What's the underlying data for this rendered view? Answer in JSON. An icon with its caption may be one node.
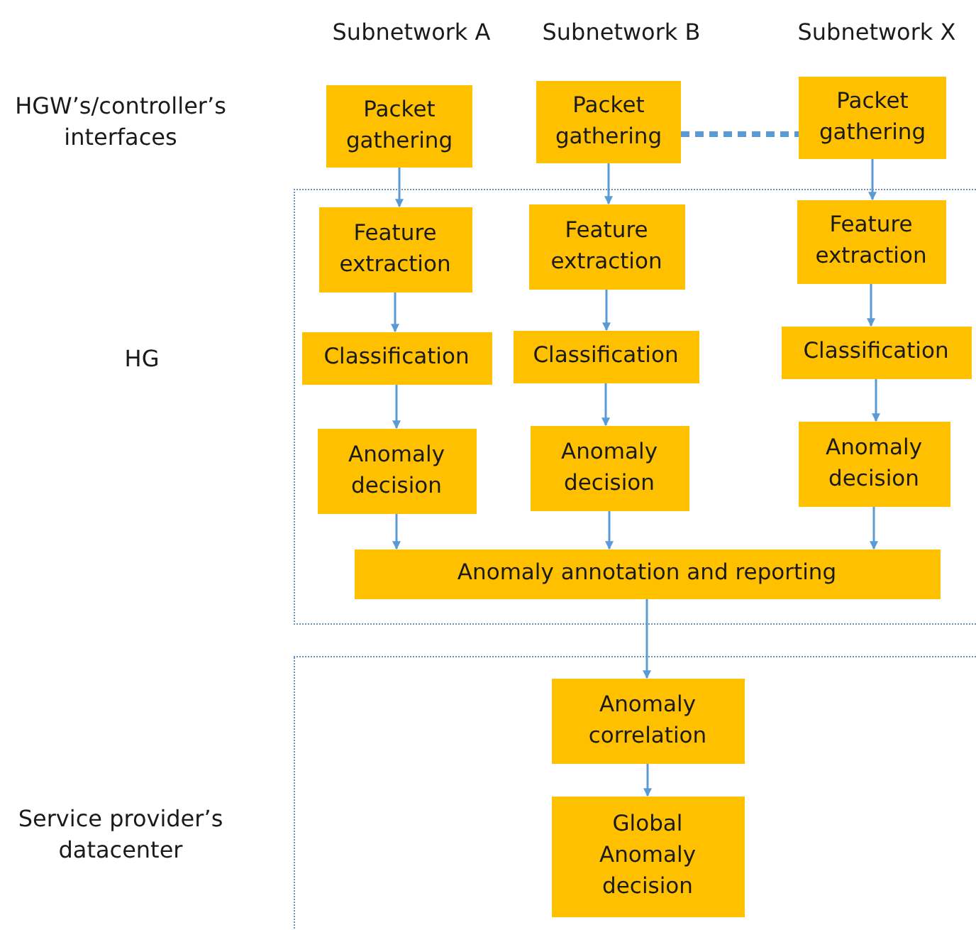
{
  "diagram": {
    "nodes": [
      {
        "text": [
          "Packet gathering"
        ]
      },
      {
        "text": [
          "Packet gathering"
        ]
      },
      {
        "text": [
          "Packet gathering"
        ]
      },
      {
        "text": [],
        "shape": "box"
      },
      {
        "text": [
          "Feature extraction"
        ],
        "in": 3
      },
      {
        "text": [
          "Feature extraction"
        ],
        "in": 3
      },
      {
        "text": [
          "Feature extraction"
        ],
        "in": 3
      },
      {
        "text": [
          "Classification"
        ],
        "in": 3
      },
      {
        "text": [
          "Classification"
        ],
        "in": 3
      },
      {
        "text": [
          "Classification"
        ],
        "in": 3
      },
      {
        "text": [
          "Anomaly decision"
        ],
        "in": 3
      },
      {
        "text": [
          "Anomaly decision"
        ],
        "in": 3
      },
      {
        "text": [
          "Anomaly decision"
        ],
        "in": 3
      },
      {
        "text": [
          "Anomaly annotation and reporting"
        ],
        "in": 3
      },
      {
        "text": [],
        "shape": "box"
      },
      {
        "text": [
          "Anomaly correlation"
        ],
        "in": 14
      },
      {
        "text": [
          "Global Anomaly decision"
        ],
        "in": 14
      }
    ],
    "edges": [
      {
        "from": 1,
        "to": 2,
        "arrow": "none",
        "style": "dashed"
      },
      {
        "from": 0,
        "to": 4,
        "arrow": "to"
      },
      {
        "from": 1,
        "to": 5,
        "arrow": "to"
      },
      {
        "from": 2,
        "to": 6,
        "arrow": "to"
      },
      {
        "from": 4,
        "to": 7,
        "arrow": "to"
      },
      {
        "from": 5,
        "to": 8,
        "arrow": "to"
      },
      {
        "from": 6,
        "to": 9,
        "arrow": "to"
      },
      {
        "from": 7,
        "to": 10,
        "arrow": "to"
      },
      {
        "from": 8,
        "to": 11,
        "arrow": "to"
      },
      {
        "from": 9,
        "to": 12,
        "arrow": "to"
      },
      {
        "from": 10,
        "to": 13,
        "arrow": "to"
      },
      {
        "from": 11,
        "to": 13,
        "arrow": "to"
      },
      {
        "from": 12,
        "to": 13,
        "arrow": "to"
      },
      {
        "from": 13,
        "to": 15,
        "arrow": "to"
      },
      {
        "from": 15,
        "to": 16,
        "arrow": "to"
      }
    ],
    "labels": [
      "Subnetwork A",
      "Subnetwork B",
      "Subnetwork X",
      "HGW’s/controller’s interfaces",
      "HG",
      "Service provider’s datacenter"
    ]
  }
}
